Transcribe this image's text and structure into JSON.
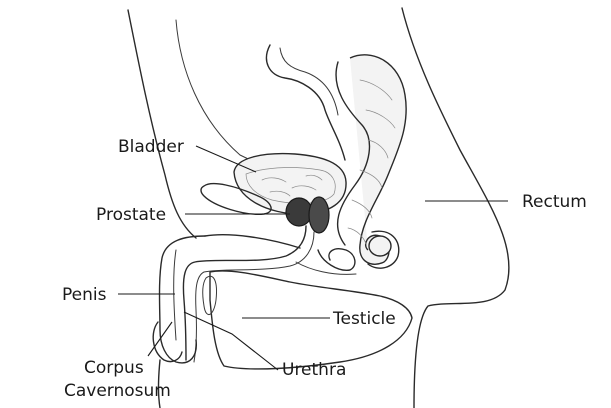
{
  "labels": {
    "bladder": "Bladder",
    "prostate": "Prostate",
    "rectum": "Rectum",
    "penis": "Penis",
    "testicle": "Testicle",
    "urethra": "Urethra",
    "corpus_line1": "Corpus",
    "corpus_line2": "Cavernosum"
  },
  "colors": {
    "line": "#2a2a2a",
    "prostate_fill": "#3a3a3a",
    "background": "#ffffff"
  }
}
